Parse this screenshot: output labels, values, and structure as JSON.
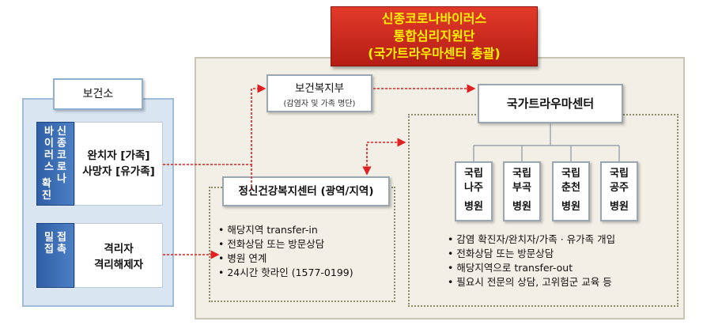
{
  "header": {
    "line1": "신종코로나바이러스",
    "line2": "통합심리지원단",
    "line3": "(국가트라우마센터 총괄)"
  },
  "health_center": {
    "title": "보건소"
  },
  "corona_confirmed": {
    "tab_columns": [
      "바이러스",
      "신종코로나"
    ],
    "tab_bottom": "확진",
    "items": [
      "완치자 [가족]",
      "사망자 [유가족]"
    ]
  },
  "close_contact": {
    "tab_columns": [
      "밀접",
      "접촉"
    ],
    "items": [
      "격리자",
      "격리해제자"
    ]
  },
  "ministry": {
    "title": "보건복지부",
    "subtitle": "(감염자 및 가족 명단)"
  },
  "mental_health_center": {
    "title": "정신건강복지센터 (광역/지역)",
    "items": [
      "해당지역 transfer-in",
      "전화상담 또는 방문상담",
      "병원 연계",
      "24시간 핫라인 (1577-0199)"
    ]
  },
  "national_trauma_center": {
    "title": "국가트라우마센터",
    "hospitals": [
      {
        "label_top": "국립",
        "label_bottom": "나주",
        "label_end": "병원"
      },
      {
        "label_top": "국립",
        "label_bottom": "부곡",
        "label_end": "병원"
      },
      {
        "label_top": "국립",
        "label_bottom": "춘천",
        "label_end": "병원"
      },
      {
        "label_top": "국립",
        "label_bottom": "공주",
        "label_end": "병원"
      }
    ],
    "items": [
      "감염 확진자/완치자/가족 · 유가족 개입",
      "전화상담 또는 방문상담",
      "해당지역으로 transfer-out",
      "필요시 전문의 상담, 고위험군 교육 등"
    ]
  },
  "colors": {
    "banner_red": "#c8261a",
    "banner_text": "#fff200",
    "tab_blue": "#2f5fa6",
    "arrow_red": "#e02020",
    "panel_beige": "#f2efe6",
    "panel_blue": "#d9e6f2"
  }
}
